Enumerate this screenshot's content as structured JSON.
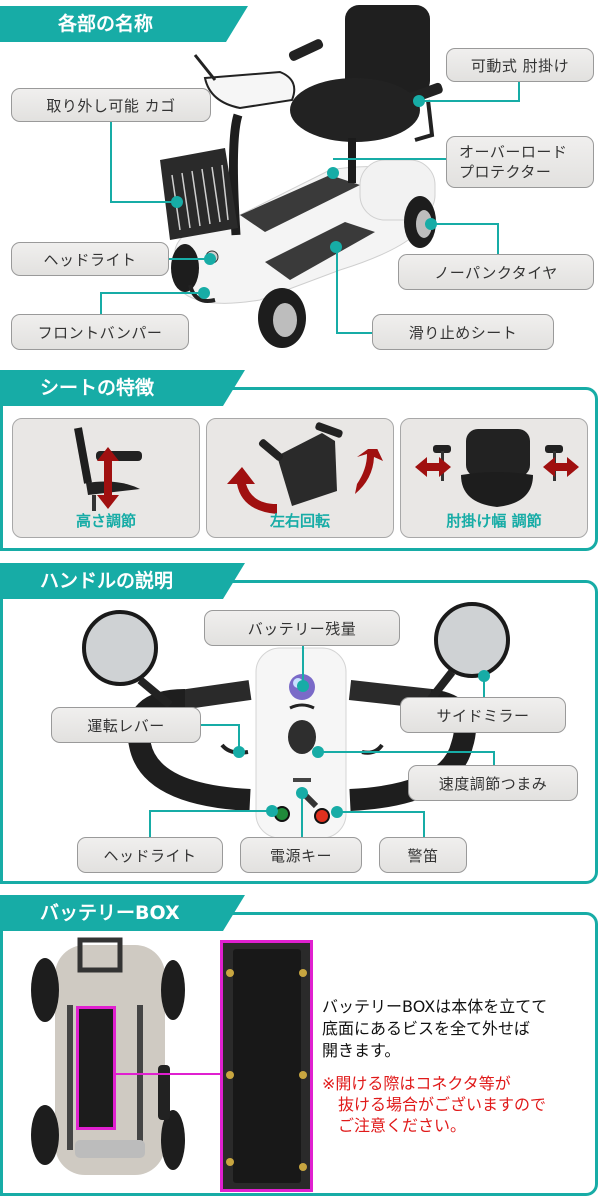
{
  "sections": {
    "parts": {
      "title": "各部の名称",
      "labels": {
        "basket": "取り外し可能 カゴ",
        "armrest": "可動式 肘掛け",
        "overload_line1": "オーバーロード",
        "overload_line2": "プロテクター",
        "headlight": "ヘッドライト",
        "tire": "ノーパンクタイヤ",
        "bumper": "フロントバンパー",
        "mat": "滑り止めシート"
      }
    },
    "seat": {
      "title": "シートの特徴",
      "features": [
        {
          "label": "高さ調節"
        },
        {
          "label": "左右回転"
        },
        {
          "label": "肘掛け幅 調節"
        }
      ]
    },
    "handle": {
      "title": "ハンドルの説明",
      "labels": {
        "battery_level": "バッテリー残量",
        "lever": "運転レバー",
        "mirror": "サイドミラー",
        "speed_knob": "速度調節つまみ",
        "headlight": "ヘッドライト",
        "power_key": "電源キー",
        "horn": "警笛"
      }
    },
    "battery": {
      "title": "バッテリーBOX",
      "description_lines": [
        "バッテリーBOXは本体を立てて",
        "底面にあるビスを全て外せば",
        "開きます。"
      ],
      "warning_lines": [
        "※開ける際はコネクタ等が",
        "抜ける場合がございますので",
        "ご注意ください。"
      ]
    }
  },
  "colors": {
    "accent": "#17aca6",
    "highlight_frame": "#e020d0",
    "warning": "#e01a1a",
    "arrow": "#a01010"
  }
}
